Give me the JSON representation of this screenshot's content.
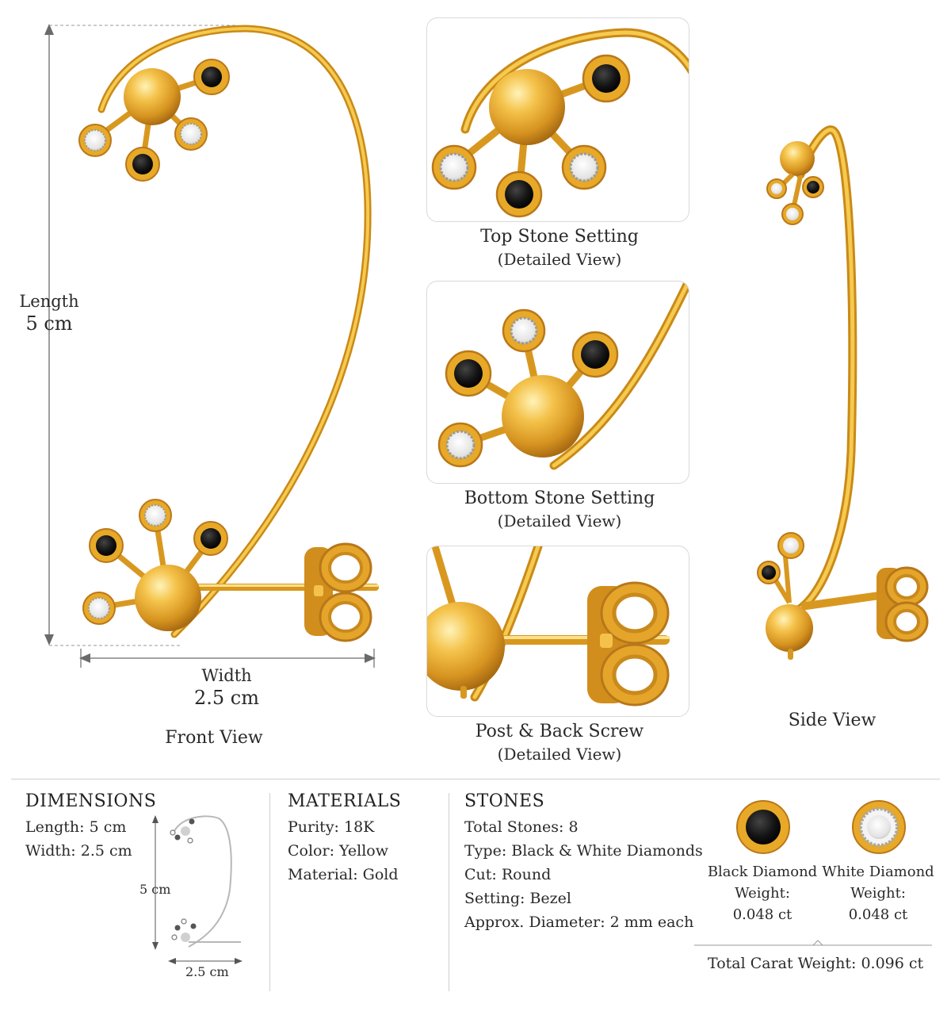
{
  "front": {
    "length_label": "Length",
    "length_value": "5 cm",
    "width_label": "Width",
    "width_value": "2.5 cm",
    "caption": "Front View"
  },
  "details": [
    {
      "title": "Top Stone Setting",
      "subtitle": "(Detailed View)"
    },
    {
      "title": "Bottom Stone Setting",
      "subtitle": "(Detailed View)"
    },
    {
      "title": "Post & Back Screw",
      "subtitle": "(Detailed View)"
    }
  ],
  "side": {
    "caption": "Side View"
  },
  "specs": {
    "dimensions": {
      "title": "DIMENSIONS",
      "lines": [
        "Length: 5 cm",
        "Width: 2.5 cm"
      ],
      "mini_length": "5 cm",
      "mini_width": "2.5 cm"
    },
    "materials": {
      "title": "MATERIALS",
      "lines": [
        "Purity: 18K",
        "Color: Yellow",
        "Material: Gold"
      ]
    },
    "stones": {
      "title": "STONES",
      "lines": [
        "Total Stones: 8",
        "Type: Black & White Diamonds",
        "Cut: Round",
        "Setting: Bezel",
        "Approx. Diameter: 2 mm each"
      ]
    },
    "stone_types": [
      {
        "name": "Black Diamond",
        "weight_label": "Weight:",
        "weight": "0.048 ct"
      },
      {
        "name": "White Diamond",
        "weight_label": "Weight:",
        "weight": "0.048 ct"
      }
    ],
    "total": "Total Carat Weight: 0.096 ct"
  },
  "colors": {
    "gold": "#E8A928",
    "gold_dark": "#B9781A",
    "gold_light": "#FBE08A",
    "black_stone": "#111111",
    "white_stone": "#F2F2F2"
  }
}
